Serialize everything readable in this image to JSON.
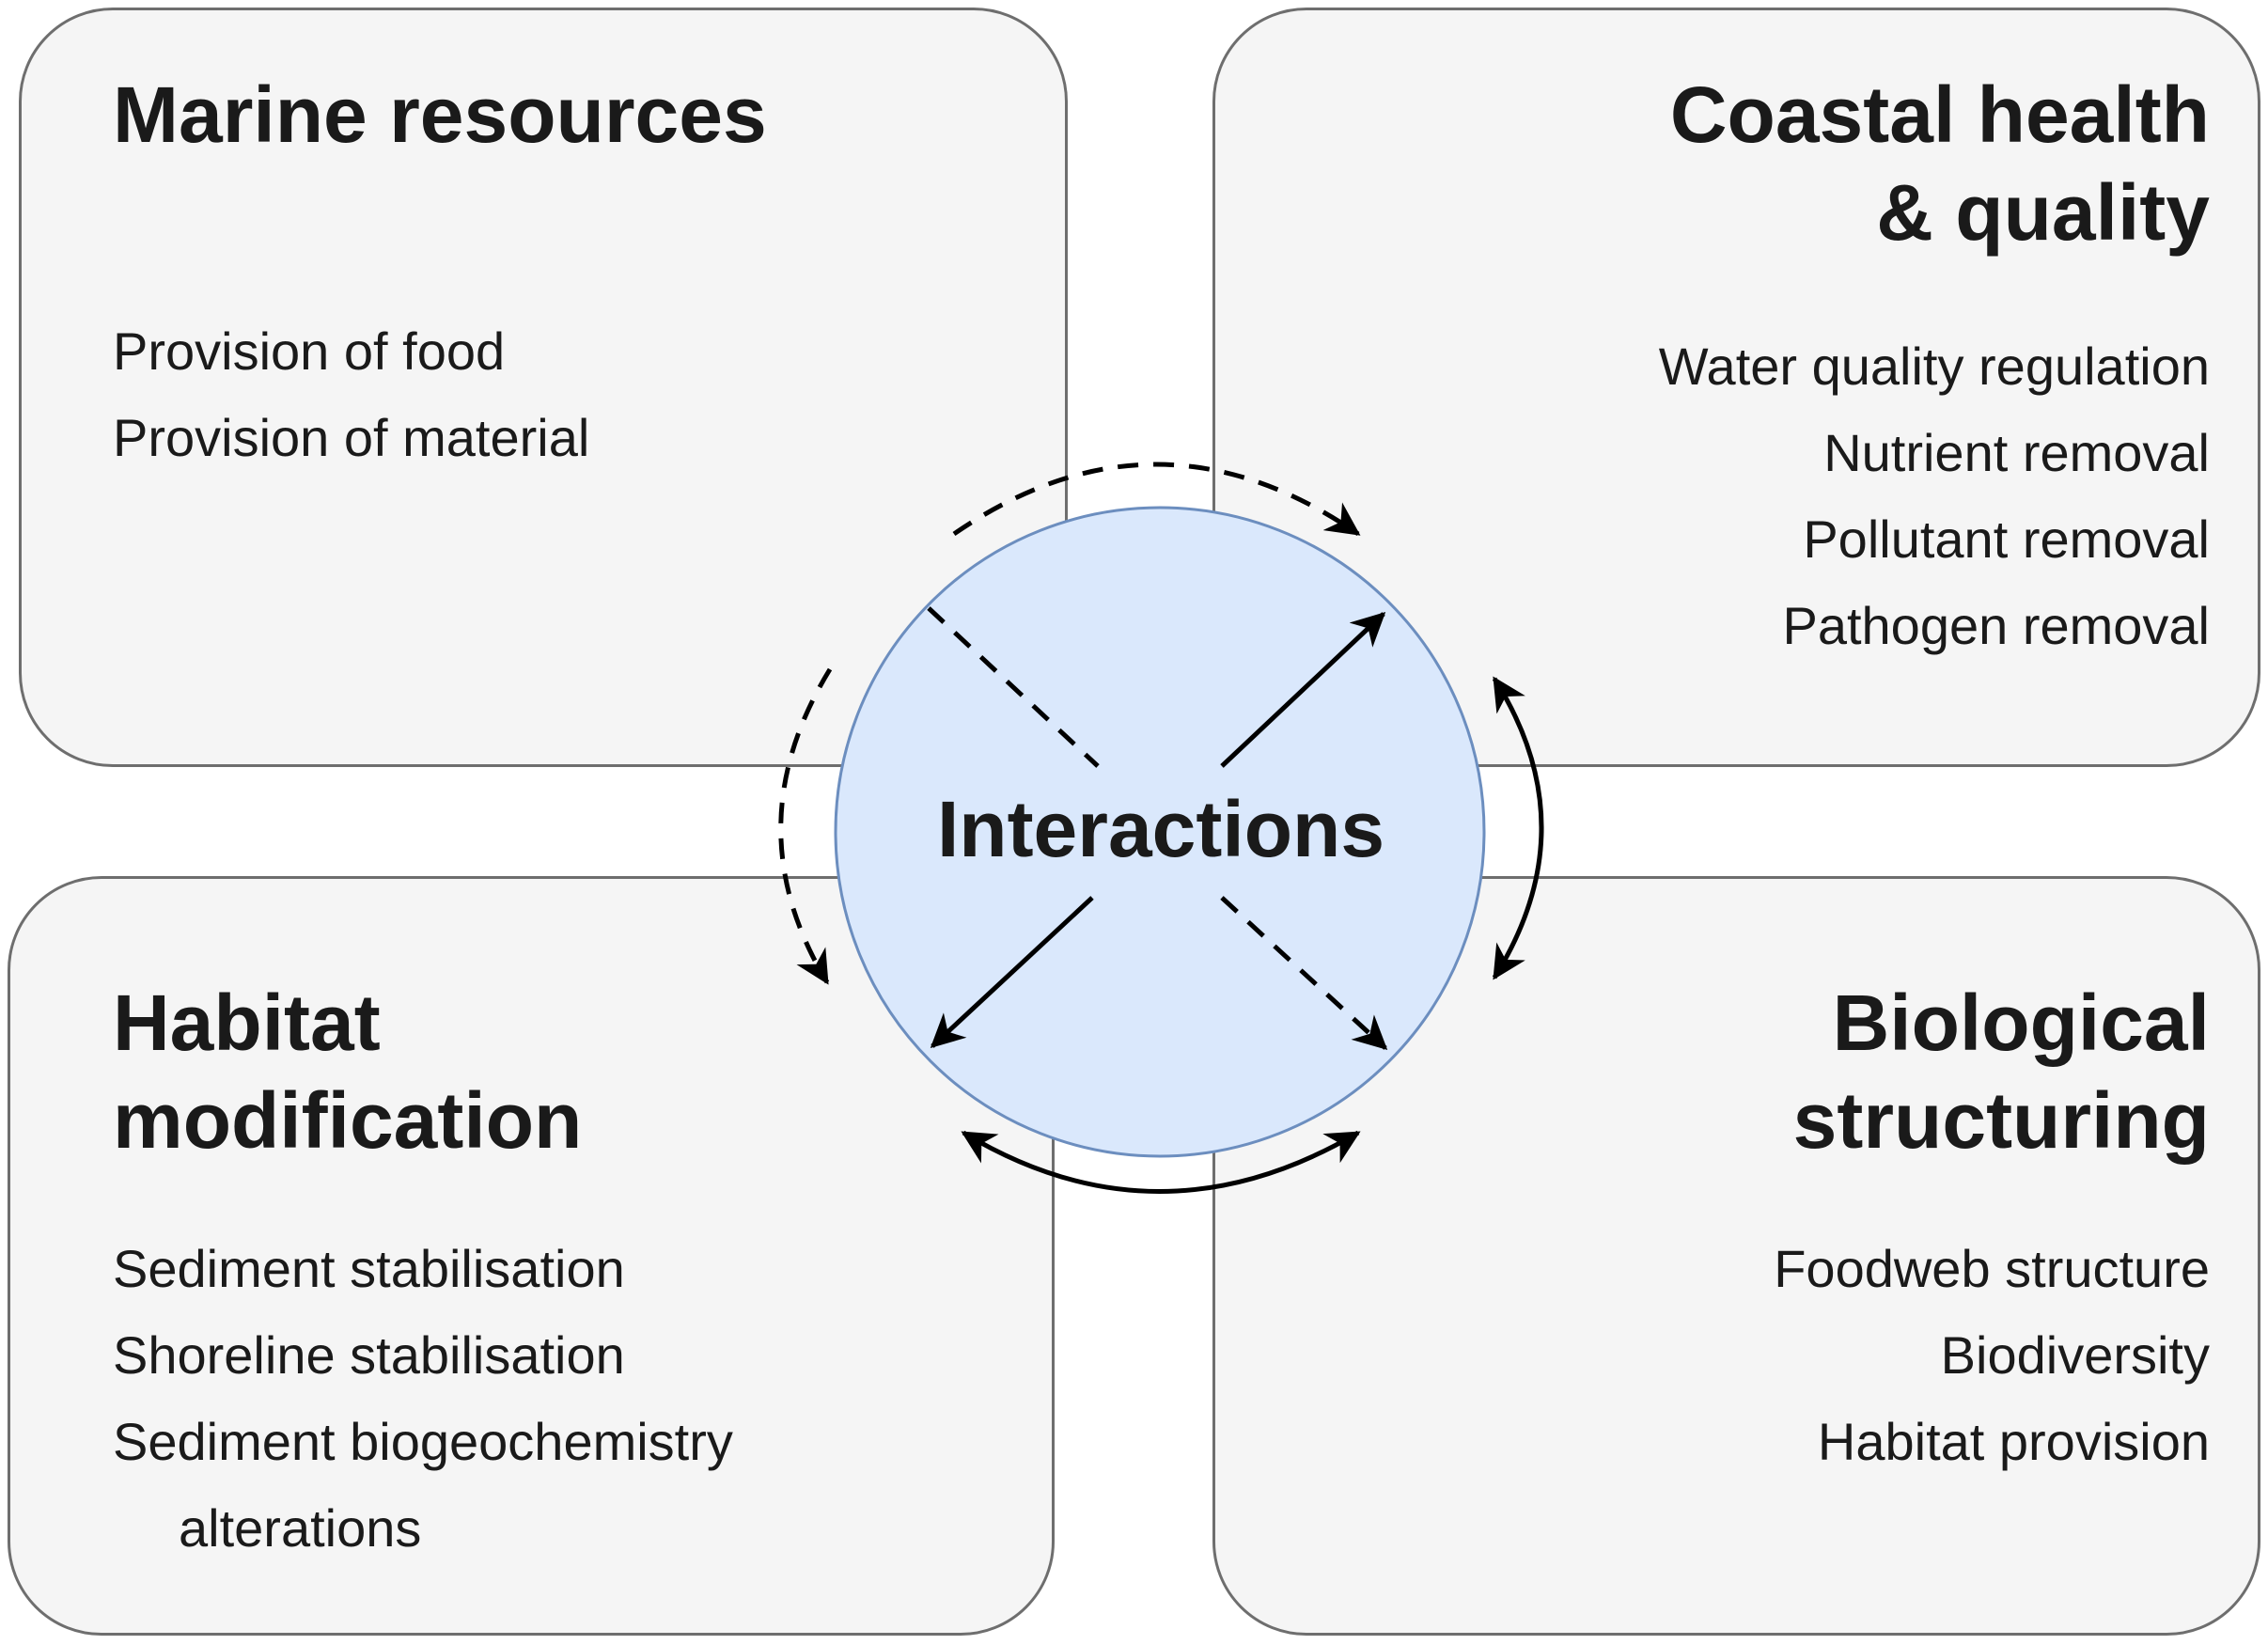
{
  "center": {
    "label": "Interactions"
  },
  "marine_resources": {
    "title": "Marine resources",
    "items": [
      "Provision of food",
      "Provision of material"
    ]
  },
  "coastal_health": {
    "title_line1": "Coastal health",
    "title_line2": "& quality",
    "items": [
      "Water quality regulation",
      "Nutrient removal",
      "Pollutant removal",
      "Pathogen removal"
    ]
  },
  "habitat_modification": {
    "title_line1": "Habitat",
    "title_line2": "modification",
    "items": [
      "Sediment stabilisation",
      "Shoreline stabilisation",
      "Sediment biogeochemistry",
      "alterations"
    ]
  },
  "biological_structuring": {
    "title_line1": "Biological",
    "title_line2": "structuring",
    "items": [
      "Foodweb structure",
      "Biodiversity",
      "Habitat provision"
    ]
  },
  "colors": {
    "panel_fill": "#f5f5f5",
    "panel_border": "#6e6e6e",
    "circle_fill": "#dae8fc",
    "circle_border": "#6c8ebf",
    "arrow": "#000000"
  }
}
